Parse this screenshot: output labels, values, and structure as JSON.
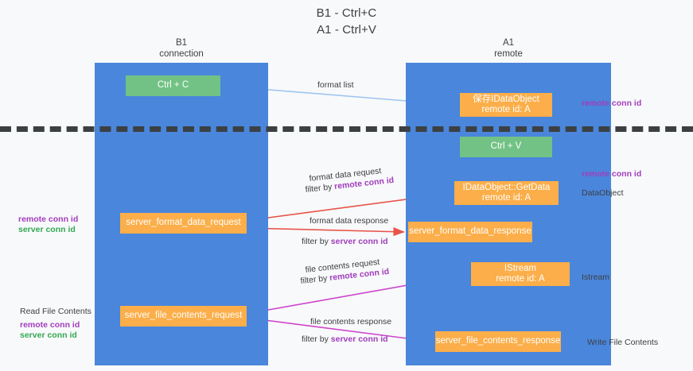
{
  "title": {
    "line1": "B1 - Ctrl+C",
    "line2": "A1 - Ctrl+V"
  },
  "columns": [
    {
      "id": "b1",
      "name": "B1",
      "sublabel": "connection"
    },
    {
      "id": "a1",
      "name": "A1",
      "sublabel": "remote"
    }
  ],
  "nodes": {
    "ctrl_c": {
      "label": "Ctrl + C",
      "color": "#72c285"
    },
    "data_object": {
      "line1": "保存IDataObject",
      "line2": "remote id: A",
      "color": "#fbae49"
    },
    "ctrl_v": {
      "label": "Ctrl + V",
      "color": "#72c285"
    },
    "get_data": {
      "line1": "IDataObject::GetData",
      "line2": "remote id: A",
      "color": "#fbae49"
    },
    "format_request": {
      "label": "server_format_data_request",
      "color": "#fbae49"
    },
    "format_response": {
      "label": "server_format_data_response",
      "color": "#fbae49"
    },
    "istream": {
      "line1": "IStream",
      "line2": "remote id: A",
      "color": "#fbae49"
    },
    "file_request": {
      "label": "server_file_contents_request",
      "color": "#fbae49"
    },
    "file_response": {
      "label": "server_file_contents_response",
      "color": "#fbae49"
    }
  },
  "edge_captions": {
    "format_list": "format list",
    "format_data_request": "format data request",
    "format_data_request_filter_prefix": "filter by ",
    "format_data_request_filter_value": "remote conn id",
    "format_data_response": "format data response",
    "format_data_response_filter_prefix": "filter by ",
    "format_data_response_filter_value": "server conn id",
    "file_contents_request": "file contents request",
    "file_contents_request_filter_prefix": "filter by ",
    "file_contents_request_filter_value": "remote conn id",
    "file_contents_response": "file contents response",
    "file_contents_response_filter_prefix": "filter by ",
    "file_contents_response_filter_value": "server conn id"
  },
  "side_labels": {
    "right": [
      {
        "text": "remote conn id",
        "style": "purple"
      },
      {
        "text": "remote conn id",
        "style": "purple"
      },
      {
        "text": "DataObject",
        "style": "plain"
      },
      {
        "text": "Istream",
        "style": "plain"
      },
      {
        "text": "Write File Contents",
        "style": "plain"
      }
    ],
    "left": [
      {
        "text": "remote conn id",
        "style": "purple"
      },
      {
        "text": "server conn id",
        "style": "green"
      },
      {
        "text": "Read File Contents",
        "style": "plain"
      },
      {
        "text": "remote conn id",
        "style": "purple"
      },
      {
        "text": "server conn id",
        "style": "green"
      }
    ]
  },
  "colors": {
    "lane": "#4a86db",
    "green_node": "#72c285",
    "orange_node": "#fbae49",
    "purple_highlight": "#a13dbd",
    "green_highlight": "#34a853",
    "arrow_lightblue": "#9fc5f0",
    "arrow_red": "#e8534a",
    "arrow_magenta": "#cc44cc",
    "arrow_black": "#000000",
    "divider": "#3c4043",
    "background": "#f8f9fa"
  }
}
